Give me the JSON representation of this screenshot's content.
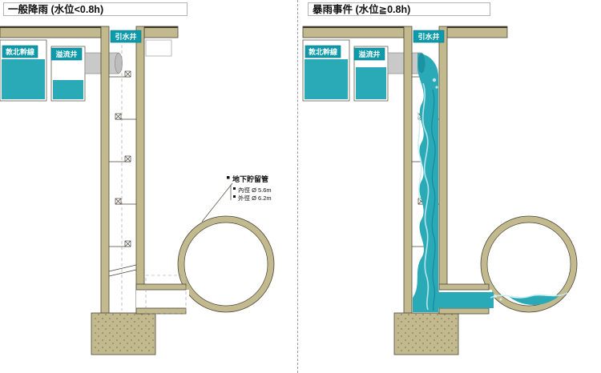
{
  "left": {
    "title": "一般降雨 (水位<0.8h)",
    "trunk": "敦北幹線",
    "overflow": "溢流井",
    "intake": "引水井",
    "storage": {
      "title": "地下貯留管",
      "inner": "內徑 Ø 5.6m",
      "outer": "外徑 Ø 6.2m"
    }
  },
  "right": {
    "title": "暴雨事件 (水位≧0.8h)",
    "trunk": "敦北幹線",
    "overflow": "溢流井",
    "intake": "引水井"
  },
  "colors": {
    "ground": "#c3b98e",
    "water": "#2aa9b6",
    "water_highlight": "#c6ecef",
    "water_shadow": "#0f7f8c",
    "label_background": "#0d9aaa",
    "pipe_grey": "#c9c9c9",
    "outline": "#4a4538"
  }
}
